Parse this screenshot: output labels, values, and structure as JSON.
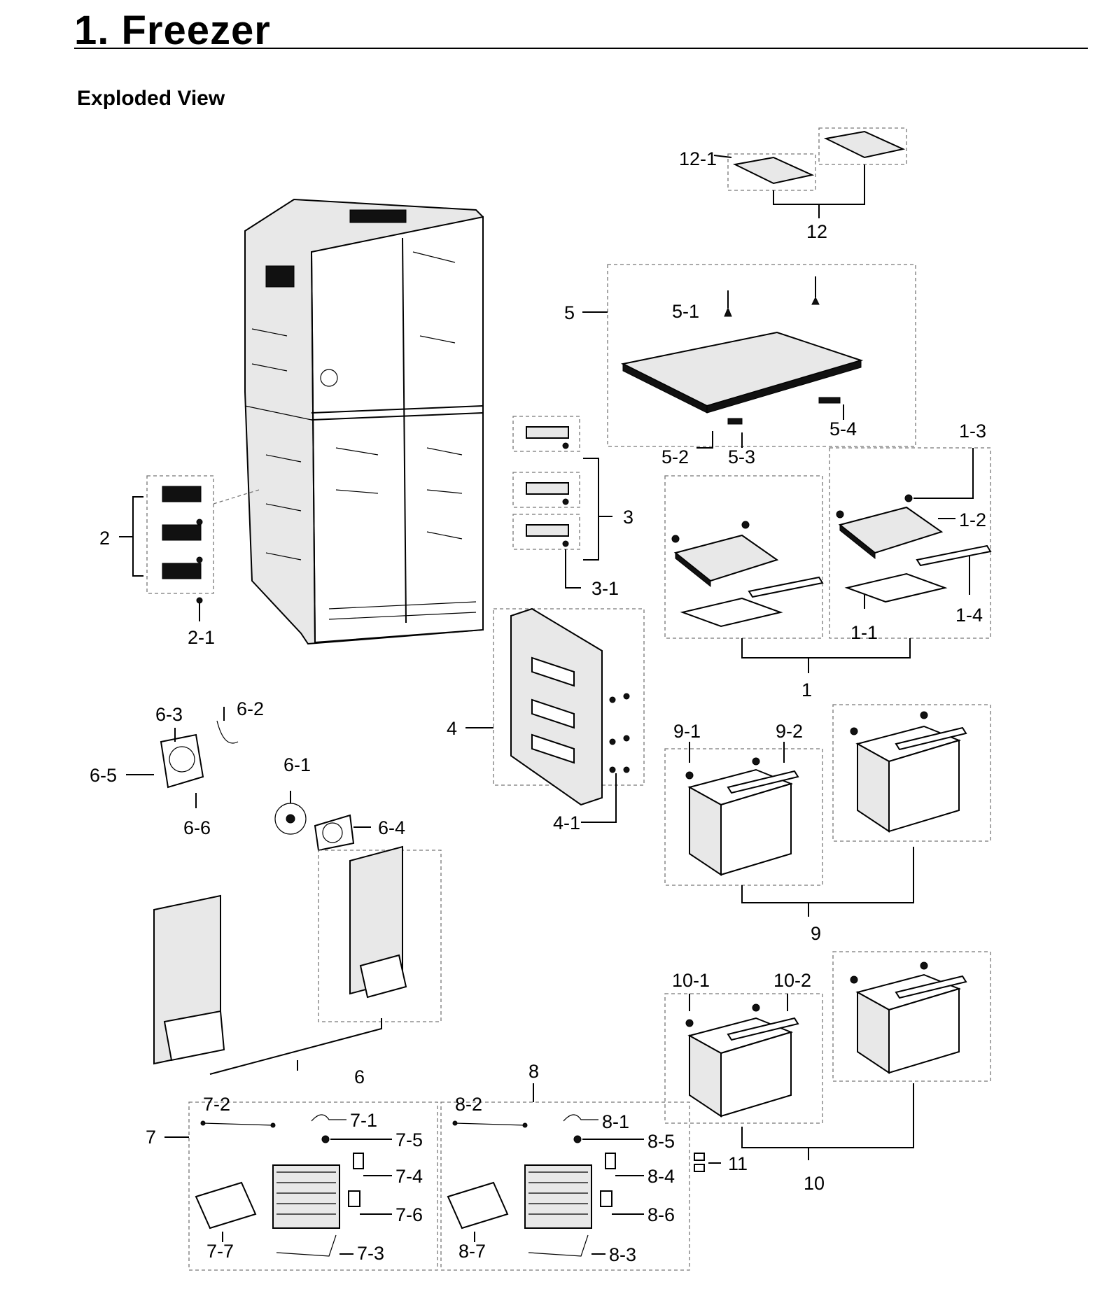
{
  "header": {
    "title": "1.  Freezer",
    "subtitle": "Exploded View"
  },
  "callouts": {
    "c12_1": "12-1",
    "c12": "12",
    "c5": "5",
    "c5_1": "5-1",
    "c5_2": "5-2",
    "c5_3": "5-3",
    "c5_4": "5-4",
    "c1_3": "1-3",
    "c1_2": "1-2",
    "c1_4": "1-4",
    "c1_1": "1-1",
    "c1": "1",
    "c2": "2",
    "c2_1": "2-1",
    "c3": "3",
    "c3_1": "3-1",
    "c4": "4",
    "c4_1": "4-1",
    "c6_3": "6-3",
    "c6_2": "6-2",
    "c6_5": "6-5",
    "c6_6": "6-6",
    "c6_1": "6-1",
    "c6_4": "6-4",
    "c6": "6",
    "c9_1": "9-1",
    "c9_2": "9-2",
    "c9": "9",
    "c10_1": "10-1",
    "c10_2": "10-2",
    "c10": "10",
    "c11": "11",
    "c7": "7",
    "c7_1": "7-1",
    "c7_2": "7-2",
    "c7_3": "7-3",
    "c7_4": "7-4",
    "c7_5": "7-5",
    "c7_6": "7-6",
    "c7_7": "7-7",
    "c8": "8",
    "c8_1": "8-1",
    "c8_2": "8-2",
    "c8_3": "8-3",
    "c8_4": "8-4",
    "c8_5": "8-5",
    "c8_6": "8-6",
    "c8_7": "8-7"
  }
}
